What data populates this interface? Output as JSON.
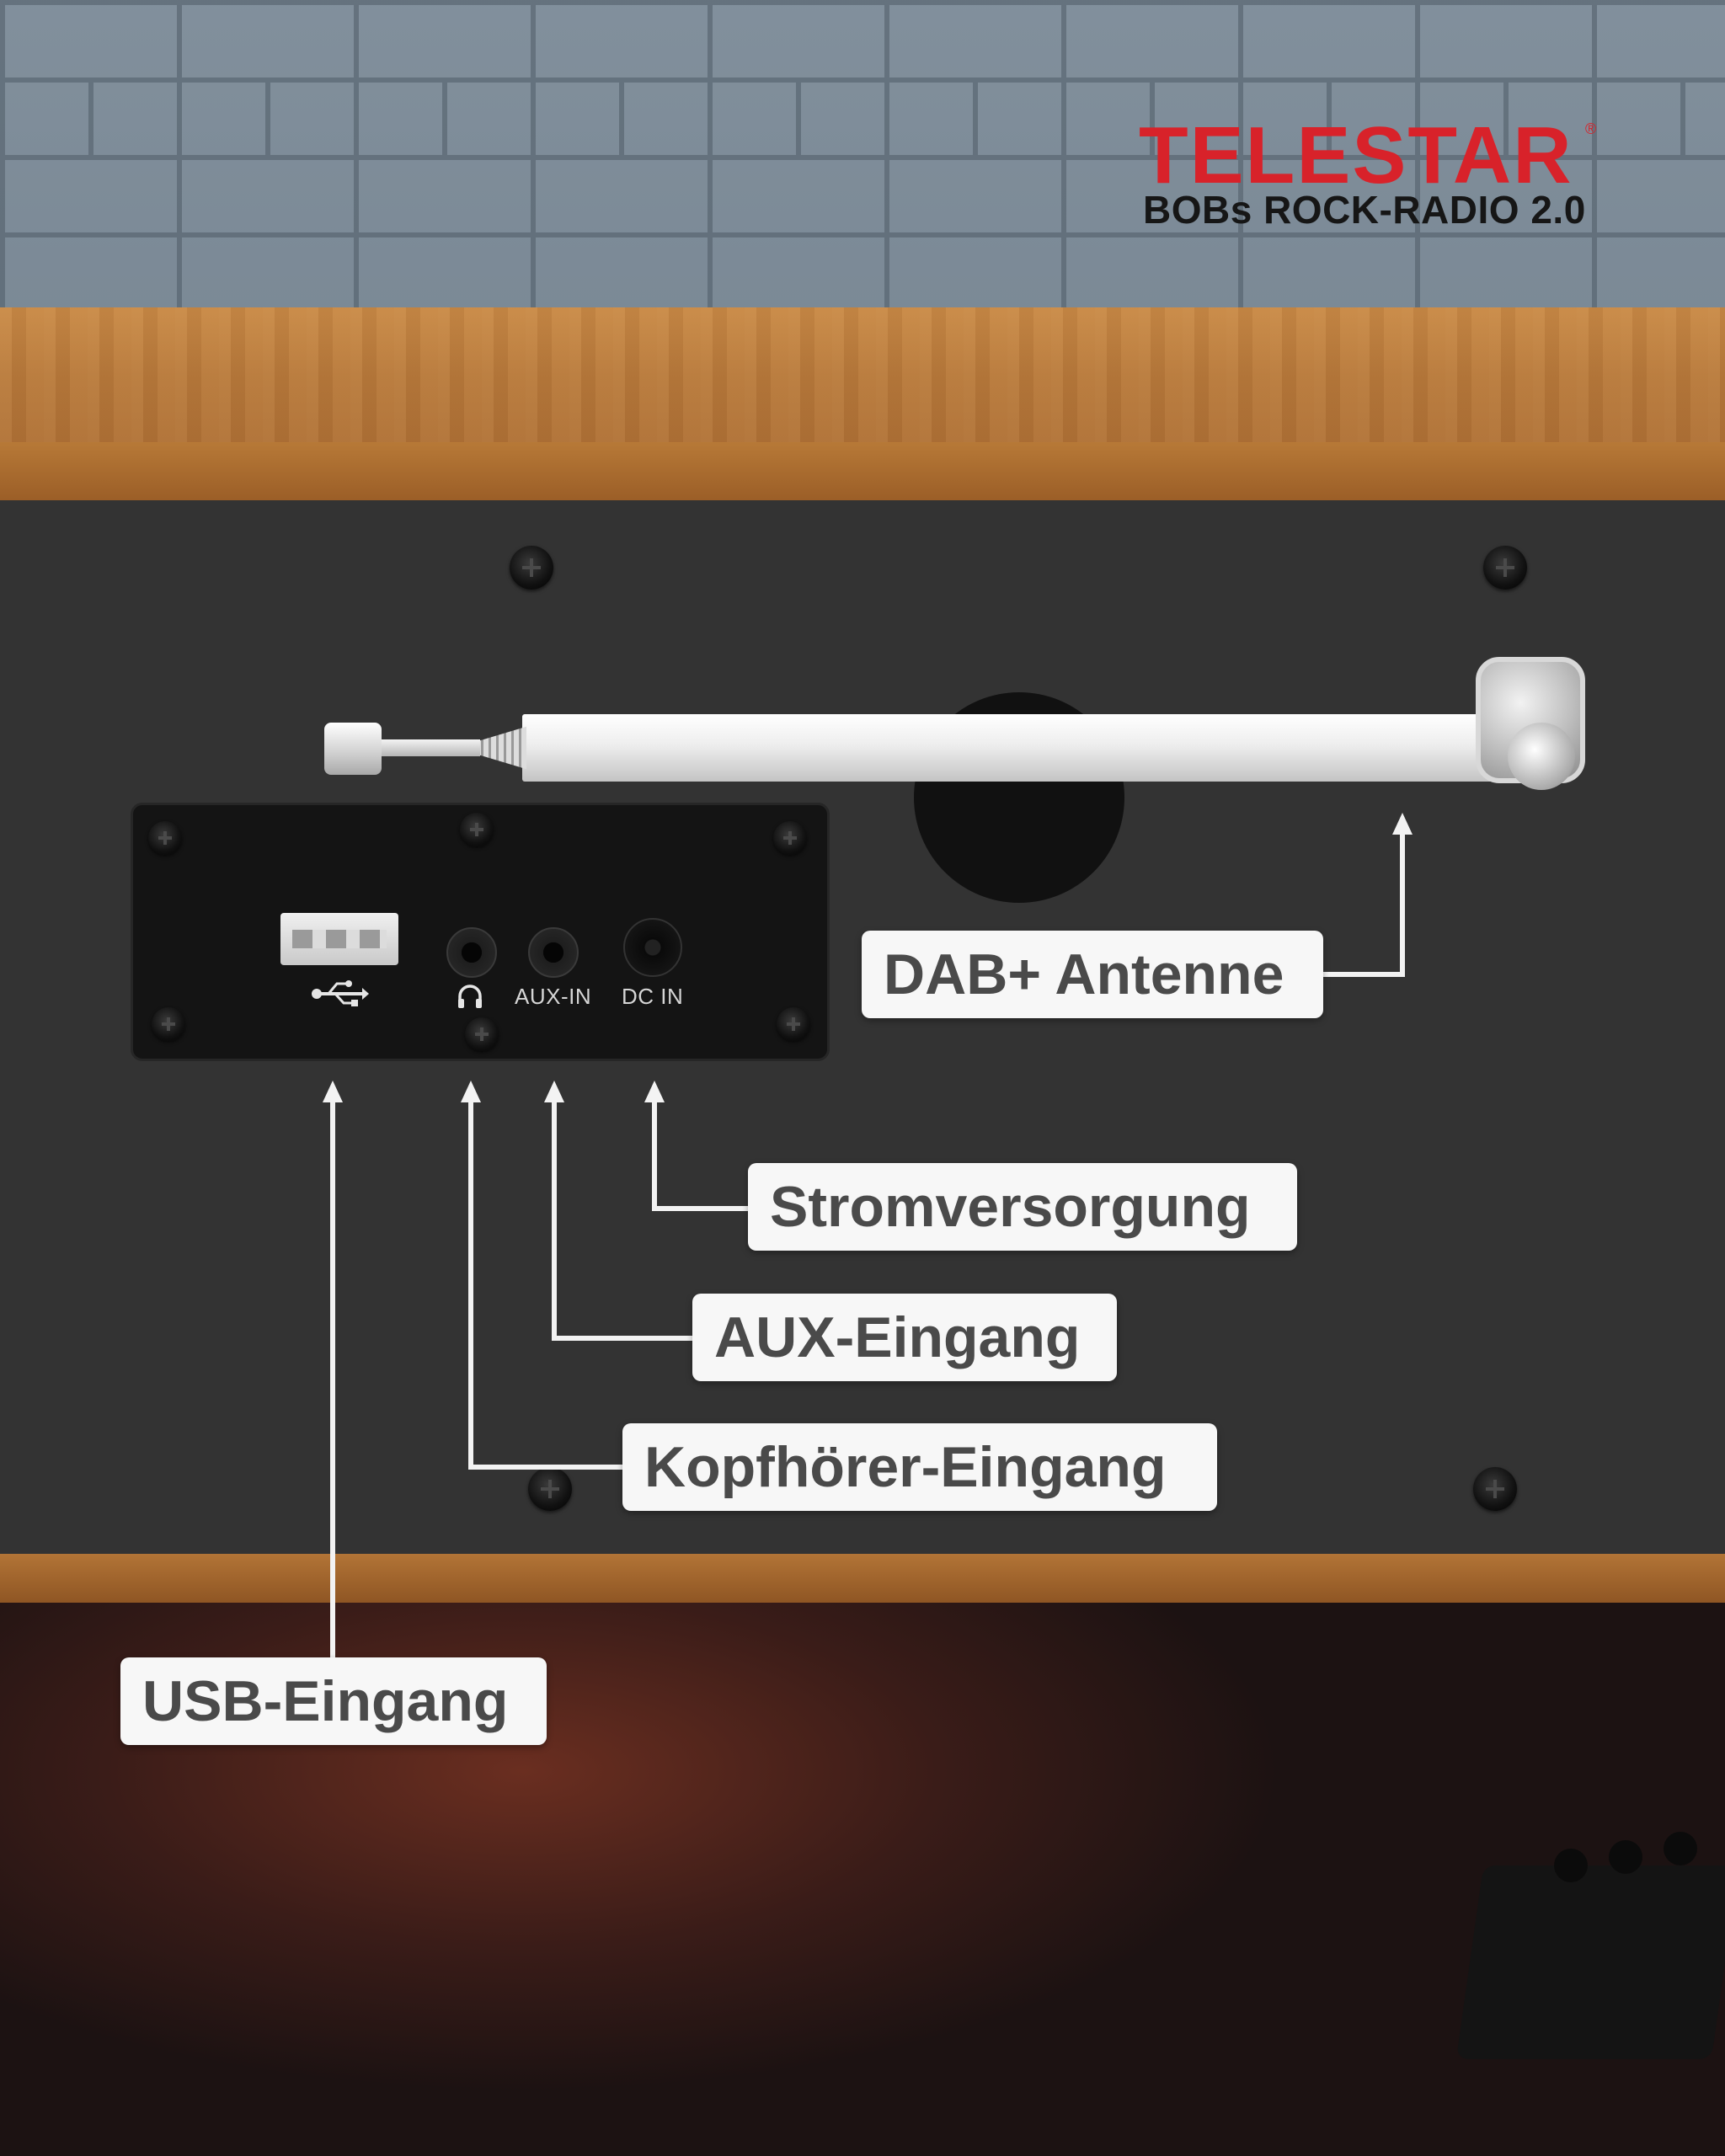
{
  "brand": {
    "name": "TELESTAR",
    "registered_mark": "®",
    "product": "BOBs ROCK-RADIO 2.0"
  },
  "port_labels": {
    "headphone_icon": "headphone-icon",
    "usb_icon": "usb-icon",
    "aux": "AUX-IN",
    "dc": "DC IN"
  },
  "callouts": {
    "antenna": "DAB+ Antenne",
    "power": "Stromversorgung",
    "aux": "AUX-Eingang",
    "headphone": "Kopfhörer-Eingang",
    "usb": "USB-Eingang"
  },
  "colors": {
    "brand_red": "#d8222a",
    "panel": "#333333",
    "callout_bg": "#f7f7f7",
    "callout_text": "#4a4a4a",
    "wood": "#b87a3c"
  }
}
